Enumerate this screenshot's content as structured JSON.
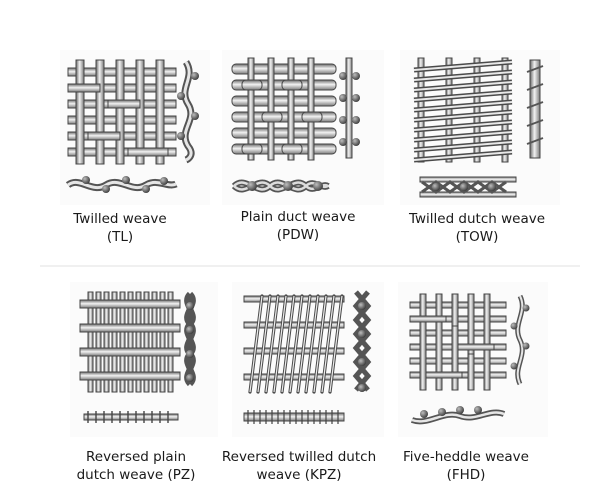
{
  "weaves": [
    {
      "line1": "Twilled weave",
      "line2": "(TL)"
    },
    {
      "line1": "Plain duct weave",
      "line2": "(PDW)"
    },
    {
      "line1": "Twilled dutch weave",
      "line2": "(TOW)"
    },
    {
      "line1": "Reversed plain",
      "line2": "dutch weave (PZ)"
    },
    {
      "line1": "Reversed twilled dutch",
      "line2": "weave (KPZ)"
    },
    {
      "line1": "Five-heddle weave",
      "line2": "(FHD)"
    }
  ]
}
